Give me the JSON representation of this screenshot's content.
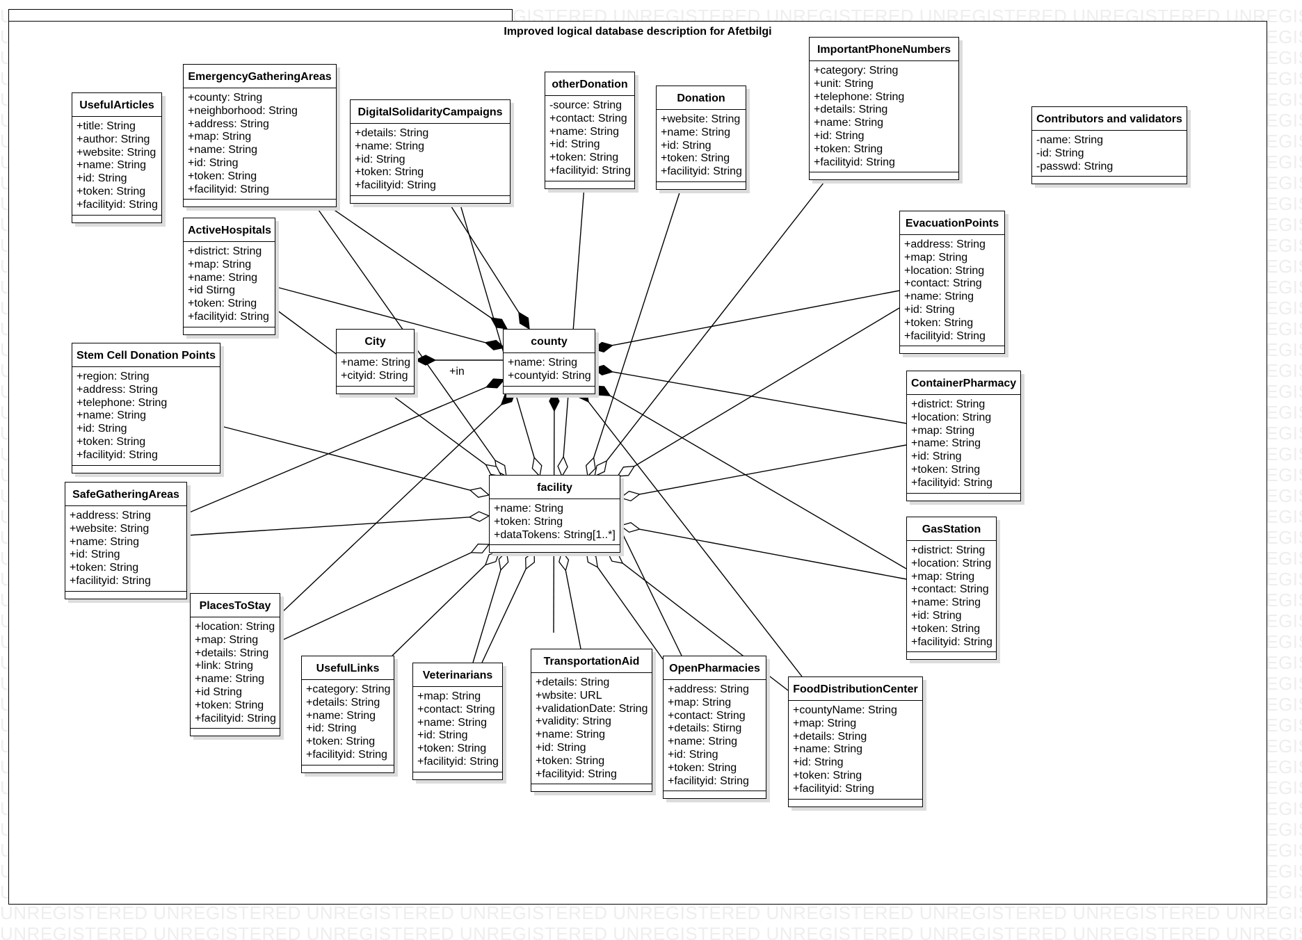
{
  "diagram": {
    "title": "Improved logical database description for Afetbilgi",
    "watermark_text": "UNREGISTERED",
    "association_label": "+in"
  },
  "classes": {
    "usefularticles": {
      "name": "UsefulArticles",
      "attributes": [
        "+title: String",
        "+author: String",
        "+website: String",
        "+name: String",
        "+id: String",
        "+token: String",
        "+facilityid: String"
      ]
    },
    "emergencygatheringareas": {
      "name": "EmergencyGatheringAreas",
      "attributes": [
        "+county: String",
        "+neighborhood: String",
        "+address: String",
        "+map: String",
        "+name: String",
        "+id: String",
        "+token: String",
        "+facilityid: String"
      ]
    },
    "digitalsolidaritycampaigns": {
      "name": "DigitalSolidarityCampaigns",
      "attributes": [
        "+details: String",
        "+name: String",
        "+id: String",
        "+token: String",
        "+facilityid: String"
      ]
    },
    "otherdonation": {
      "name": "otherDonation",
      "attributes": [
        "-source: String",
        "+contact: String",
        "+name: String",
        "+id: String",
        "+token: String",
        "+facilityid: String"
      ]
    },
    "donation": {
      "name": "Donation",
      "attributes": [
        "+website: String",
        "+name: String",
        "+id: String",
        "+token: String",
        "+facilityid: String"
      ]
    },
    "importantphonenumbers": {
      "name": "ImportantPhoneNumbers",
      "attributes": [
        "+category: String",
        "+unit: String",
        "+telephone: String",
        "+details: String",
        "+name: String",
        "+id: String",
        "+token: String",
        "+facilityid: String"
      ]
    },
    "contributors": {
      "name": "Contributors and validators",
      "attributes": [
        "-name: String",
        "-id: String",
        "-passwd: String"
      ]
    },
    "activehospitals": {
      "name": "ActiveHospitals",
      "attributes": [
        "+district: String",
        "+map: String",
        "+name: String",
        "+id Stirng",
        "+token: String",
        "+facilityid: String"
      ]
    },
    "evacuationpoints": {
      "name": "EvacuationPoints",
      "attributes": [
        "+address: String",
        "+map: String",
        "+location: String",
        "+contact: String",
        "+name: String",
        "+id: String",
        "+token: String",
        "+facilityid: String"
      ]
    },
    "city": {
      "name": "City",
      "attributes": [
        "+name: String",
        "+cityid: String"
      ]
    },
    "county": {
      "name": "county",
      "attributes": [
        "+name: String",
        "+countyid: String"
      ]
    },
    "stemcell": {
      "name": "Stem Cell Donation Points",
      "attributes": [
        "+region: String",
        "+address: String",
        "+telephone: String",
        "+name: String",
        "+id: String",
        "+token: String",
        "+facilityid: String"
      ]
    },
    "containerpharmacy": {
      "name": "ContainerPharmacy",
      "attributes": [
        "+district: String",
        "+location: String",
        "+map: String",
        "+name: String",
        "+id: String",
        "+token: String",
        "+facilityid: String"
      ]
    },
    "facility": {
      "name": "facility",
      "attributes": [
        "+name: String",
        "+token: String",
        "+dataTokens: String[1..*]"
      ]
    },
    "safegatheringareas": {
      "name": "SafeGatheringAreas",
      "attributes": [
        "+address: String",
        "+website: String",
        "+name: String",
        "+id: String",
        "+token: String",
        "+facilityid: String"
      ]
    },
    "gasstation": {
      "name": "GasStation",
      "attributes": [
        "+district: String",
        "+location: String",
        "+map: String",
        "+contact: String",
        "+name: String",
        "+id: String",
        "+token: String",
        "+facilityid: String"
      ]
    },
    "placestostay": {
      "name": "PlacesToStay",
      "attributes": [
        "+location: String",
        "+map: String",
        "+details: String",
        "+link: String",
        "+name: String",
        "+id String",
        "+token: String",
        "+facilityid: String"
      ]
    },
    "usefullinks": {
      "name": "UsefulLinks",
      "attributes": [
        "+category: String",
        "+details: String",
        "+name: String",
        "+id: String",
        "+token: String",
        "+facilityid: String"
      ]
    },
    "veterinarians": {
      "name": "Veterinarians",
      "attributes": [
        "+map: String",
        "+contact: String",
        "+name: String",
        "+id: String",
        "+token: String",
        "+facilityid: String"
      ]
    },
    "transportationaid": {
      "name": "TransportationAid",
      "attributes": [
        "+details: String",
        "+wbsite: URL",
        "+validationDate: String",
        "+validity: String",
        "+name: String",
        "+id: String",
        "+token: String",
        "+facilityid: String"
      ]
    },
    "openpharmacies": {
      "name": "OpenPharmacies",
      "attributes": [
        "+address: String",
        "+map: String",
        "+contact: String",
        "+details: Stirng",
        "+name: String",
        "+id: String",
        "+token: String",
        "+facilityid: String"
      ]
    },
    "fooddistributioncenter": {
      "name": "FoodDistributionCenter",
      "attributes": [
        "+countyName: String",
        "+map: String",
        "+details: String",
        "+name: String",
        "+id: String",
        "+token: String",
        "+facilityid: String"
      ]
    }
  }
}
